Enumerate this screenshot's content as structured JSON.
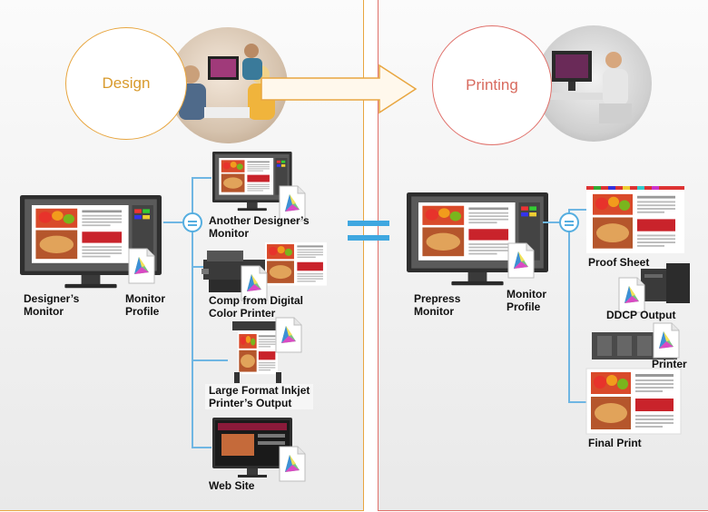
{
  "stages": {
    "design_label": "Design",
    "printing_label": "Printing"
  },
  "design": {
    "designer_monitor": "Designer’s\nMonitor",
    "monitor_profile": "Monitor\nProfile",
    "another_monitor": "Another Designer’s\nMonitor",
    "comp_printer": "Comp from Digital\nColor Printer",
    "inkjet": "Large Format Inkjet\nPrinter’s Output",
    "web_site": "Web Site"
  },
  "printing": {
    "prepress_monitor": "Prepress\nMonitor",
    "monitor_profile": "Monitor\nProfile",
    "proof_sheet": "Proof Sheet",
    "ddcp_output": "DDCP Output",
    "printer": "Printer",
    "final_print": "Final Print"
  },
  "colors": {
    "design_accent": "#e8a640",
    "printing_accent": "#e0706a",
    "connector": "#6fb6e3"
  }
}
